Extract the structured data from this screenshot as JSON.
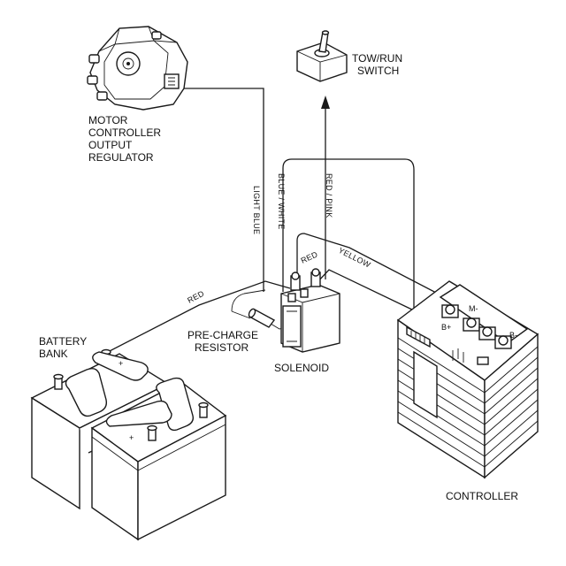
{
  "labels": {
    "regulator": [
      "MOTOR",
      "CONTROLLER",
      "OUTPUT",
      "REGULATOR"
    ],
    "switch": [
      "TOW/RUN",
      "SWITCH"
    ],
    "battery": [
      "BATTERY",
      "BANK"
    ],
    "resistor": [
      "PRE-CHARGE",
      "RESISTOR"
    ],
    "solenoid": "SOLENOID",
    "controller": "CONTROLLER"
  },
  "wires": {
    "light_blue": "LIGHT BLUE",
    "blue_white": "BLUE / WHITE",
    "red_pink": "RED / PINK",
    "yellow": "YELLOW",
    "red_upper": "RED",
    "red_lower": "RED"
  },
  "terminals": {
    "b_plus": "B+",
    "m_minus": "M-",
    "b_minus": "B-",
    "battery_plus": "+"
  }
}
